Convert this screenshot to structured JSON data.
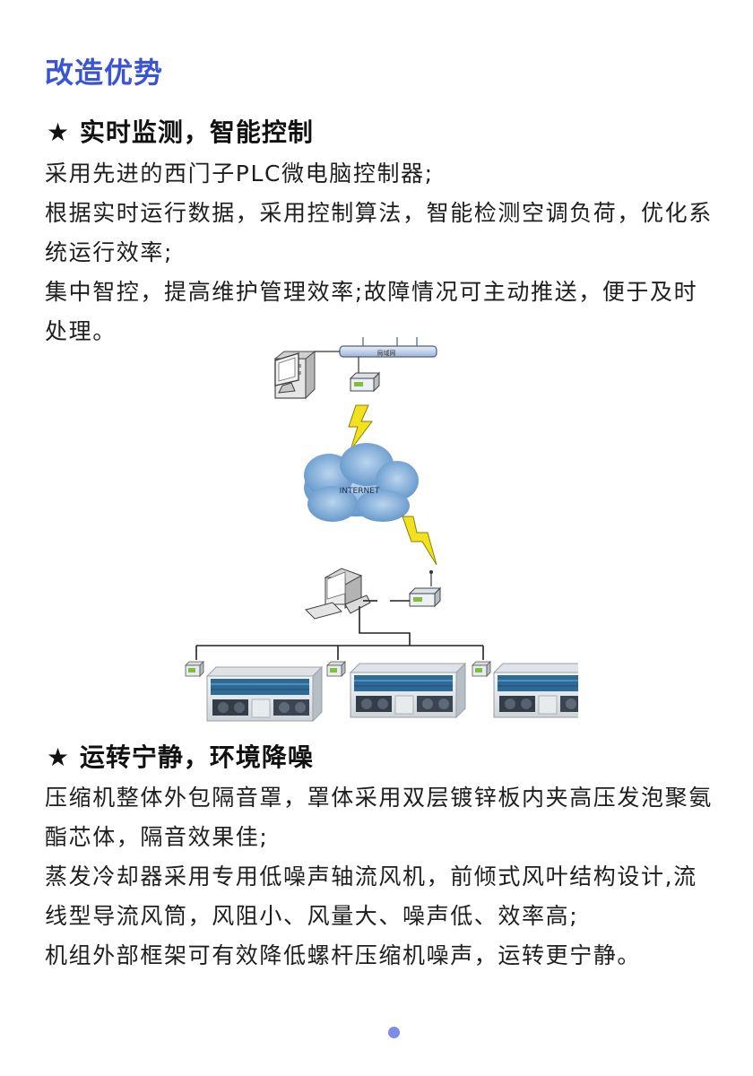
{
  "page": {
    "title": "改造优势",
    "accent_color": "#3a54d4"
  },
  "section1": {
    "heading": "★ 实时监测，智能控制",
    "paragraphs": [
      "采用先进的西门子PLC微电脑控制器;",
      "根据实时运行数据，采用控制算法，智能检测空调负荷，优化系统运行效率;",
      "集中智控，提高维护管理效率;故障情况可主动推送，便于及时处理。"
    ]
  },
  "diagram": {
    "network_label": "局域网",
    "cloud_label": "INTERNET",
    "icons": [
      "server-computer-icon",
      "router-icon",
      "lightning-icon",
      "cloud-icon",
      "desktop-computer-icon",
      "wireless-gateway-icon",
      "controller-icon",
      "chiller-unit-icon"
    ]
  },
  "section2": {
    "heading": "★ 运转宁静，环境降噪",
    "paragraphs": [
      "压缩机整体外包隔音罩，罩体采用双层镀锌板内夹高压发泡聚氨酯芯体，隔音效果佳;",
      "蒸发冷却器采用专用低噪声轴流风机，前倾式风叶结构设计,流线型导流风筒，风阻小、风量大、噪声低、效率高;",
      "机组外部框架可有效降低螺杆压缩机噪声，运转更宁静。"
    ]
  }
}
